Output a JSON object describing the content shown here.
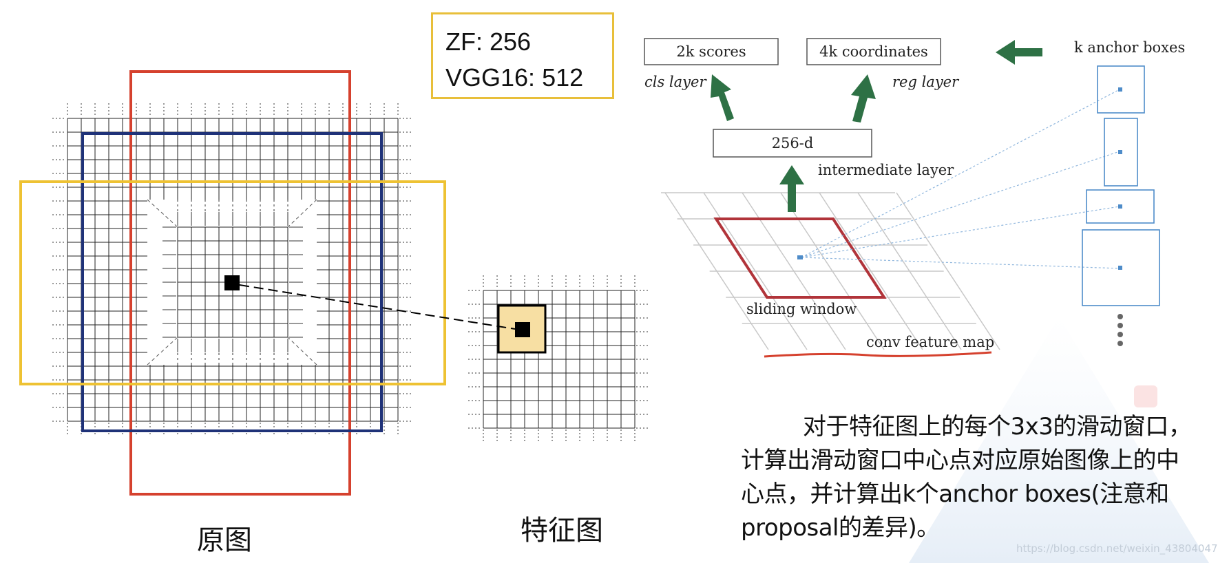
{
  "network_box": {
    "line1": "ZF: 256",
    "line2": "VGG16: 512"
  },
  "captions": {
    "original_image": "原图",
    "feature_map": "特征图"
  },
  "rpn": {
    "scores_box": "2k scores",
    "coords_box": "4k coordinates",
    "cls_label": "cls layer",
    "reg_label": "reg layer",
    "anchor_label": "k anchor boxes",
    "intermediate_box": "256-d",
    "intermediate_label": "intermediate layer",
    "sliding_label": "sliding window",
    "feature_label": "conv feature map"
  },
  "description": "对于特征图上的每个3x3的滑动窗口，计算出滑动窗口中心点对应原始图像上的中心点，并计算出k个anchor boxes(注意和proposal的差异)。",
  "watermark": "https://blog.csdn.net/weixin_43804047",
  "colors": {
    "red": "#d5412e",
    "blue": "#1f3278",
    "yellow": "#eec233",
    "green": "#2e7145",
    "anchor_blue": "#4e8cc9",
    "highlight": "#f7dfa3"
  }
}
